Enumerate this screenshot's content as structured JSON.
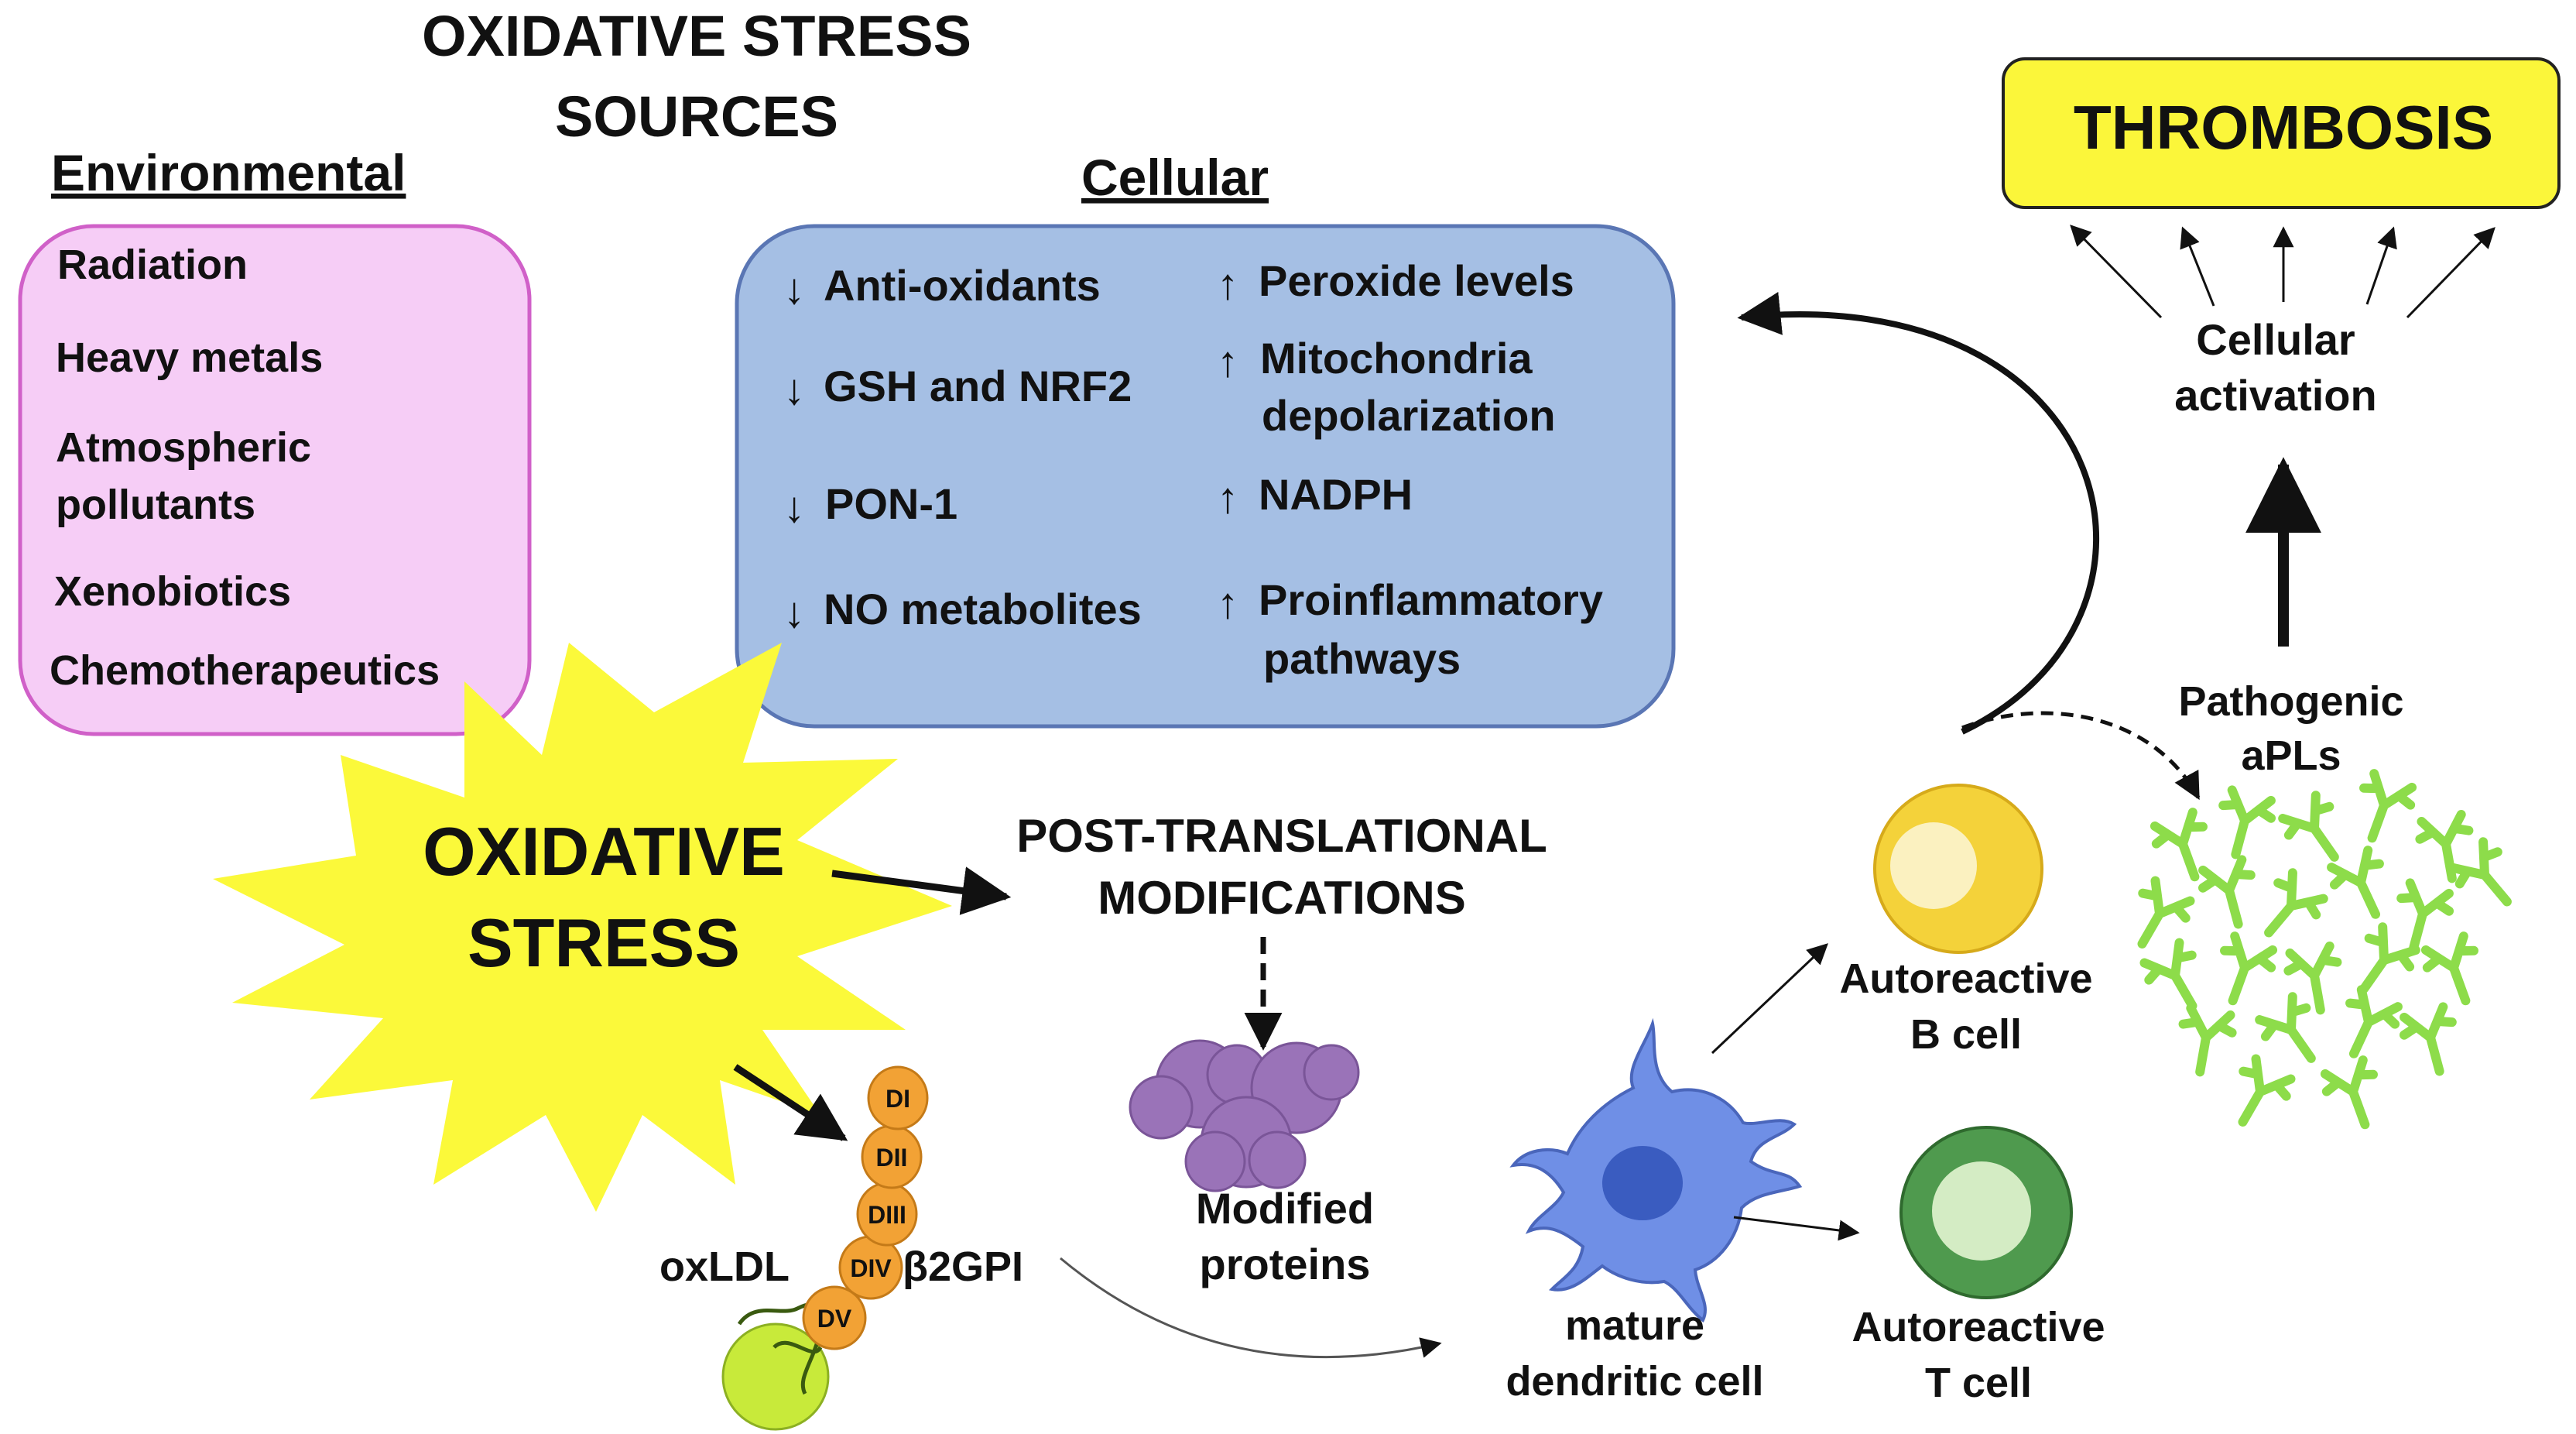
{
  "title": {
    "line1": "OXIDATIVE STRESS",
    "line2": "SOURCES"
  },
  "environmental": {
    "heading": "Environmental",
    "items": [
      "Radiation",
      "Heavy metals",
      "Atmospheric",
      "pollutants",
      "Xenobiotics",
      "Chemotherapeutics"
    ]
  },
  "cellular": {
    "heading": "Cellular",
    "decrease_arrow": "↓",
    "increase_arrow": "↑",
    "decreased": [
      "Anti-oxidants",
      "GSH and NRF2",
      "PON-1",
      "NO metabolites"
    ],
    "increased": [
      "Peroxide levels",
      "Mitochondria",
      "depolarization",
      "NADPH",
      "Proinflammatory",
      "pathways"
    ]
  },
  "oxidative_stress": {
    "line1": "OXIDATIVE",
    "line2": "STRESS"
  },
  "ptm": {
    "line1": "POST-TRANSLATIONAL",
    "line2": "MODIFICATIONS"
  },
  "modified_proteins": {
    "line1": "Modified",
    "line2": "proteins"
  },
  "b2gpi": {
    "domains": [
      "DI",
      "DII",
      "DIII",
      "DIV",
      "DV"
    ],
    "label": "β2GPI",
    "oxldl": "oxLDL"
  },
  "dendritic": {
    "line1": "mature",
    "line2": "dendritic cell"
  },
  "b_cell": {
    "line1": "Autoreactive",
    "line2": "B cell"
  },
  "t_cell": {
    "line1": "Autoreactive",
    "line2": "T cell"
  },
  "apls": {
    "line1": "Pathogenic",
    "line2": "aPLs"
  },
  "activation": {
    "line1": "Cellular",
    "line2": "activation"
  },
  "thrombosis": "THROMBOSIS",
  "colors": {
    "env_fill": "#f6cdf6",
    "env_border": "#d060c8",
    "cell_fill": "#a5bfe4",
    "cell_border": "#5a76b4",
    "star": "#fbf93a",
    "thrombosis_fill": "#fbf63a",
    "domain": "#f2a235",
    "b_cell": "#f4d23a",
    "t_cell": "#4f9a4e",
    "dendritic": "#6f8fe6",
    "protein": "#9a73b8",
    "antibody": "#8ddc4a",
    "ldl": "#c8ea3a"
  }
}
